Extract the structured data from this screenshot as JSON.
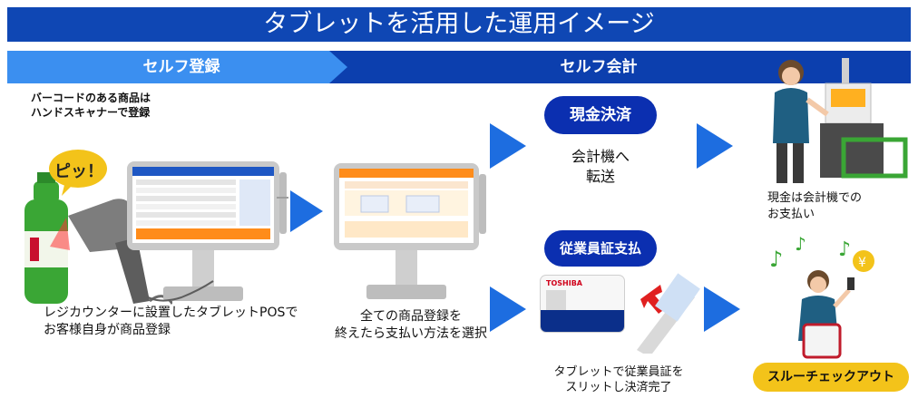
{
  "title": "タブレットを活用した運用イメージ",
  "sections": {
    "left_label": "セルフ登録",
    "right_label": "セルフ会計"
  },
  "left": {
    "note_line1": "バーコードのある商品は",
    "note_line2": "ハンドスキャナーで登録",
    "bubble": "ピッ！",
    "caption_line1": "レジカウンターに設置したタブレットPOSで",
    "caption_line2": "お客様自身が商品登録"
  },
  "middle": {
    "caption_line1": "全ての商品登録を",
    "caption_line2": "終えたら支払い方法を選択"
  },
  "cash": {
    "label": "現金決済",
    "text_line1": "会計機へ",
    "text_line2": "転送",
    "result_line1": "現金は会計機での",
    "result_line2": "お支払い"
  },
  "employee": {
    "label": "従業員証支払",
    "card_brand": "TOSHIBA",
    "caption_line1": "タブレットで従業員証を",
    "caption_line2": "スリットし決済完了",
    "result_label": "スルーチェックアウト"
  },
  "colors": {
    "title_bg": "#0f47b4",
    "band_left": "#3b8ff0",
    "band_right": "#0c3fae",
    "arrow": "#1d6de0",
    "pill": "#0b2fb0",
    "yellow": "#f3c31a"
  }
}
